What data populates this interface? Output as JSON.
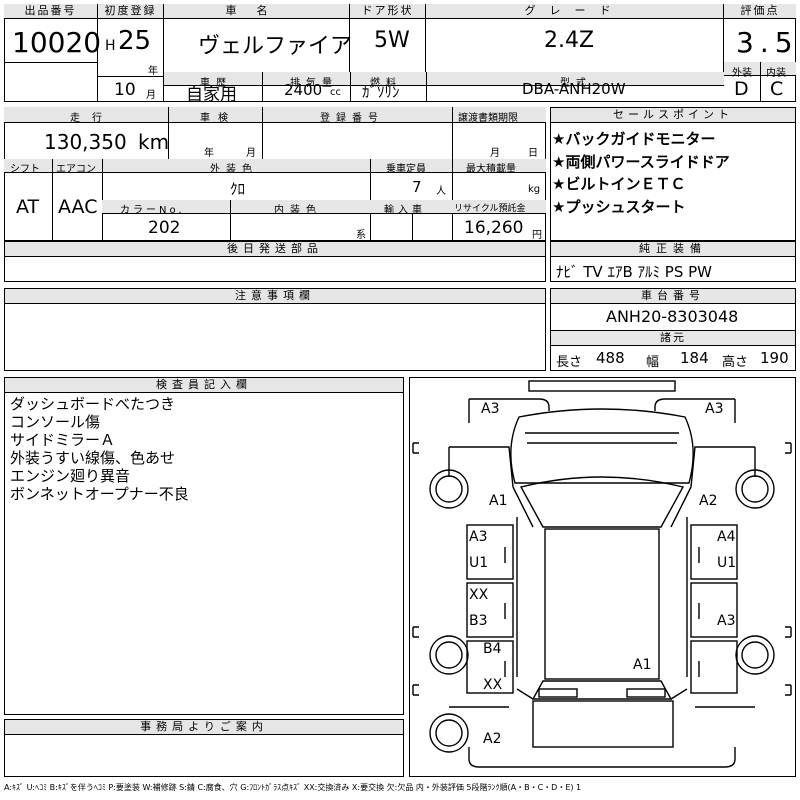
{
  "header": {
    "lot_no_label": "出品番号",
    "lot_no": "10020",
    "first_reg_label": "初度登録",
    "era": "H",
    "year": "25",
    "year_unit": "年",
    "month": "10",
    "month_unit": "月",
    "car_name_label": "車名",
    "car_name": "ヴェルファイア",
    "door_label": "ドア形状",
    "door": "5W",
    "grade_label": "グレード",
    "grade": "2.4Z",
    "score_label": "評価点",
    "score": "3.5",
    "history_label": "車歴",
    "history": "自家用",
    "displacement_label": "排気量",
    "displacement": "2400",
    "displacement_unit": "cc",
    "fuel_label": "燃料",
    "fuel": "ｶﾞｿﾘﾝ",
    "model_label": "型式",
    "model": "DBA-ANH20W",
    "ext_label": "外装",
    "ext": "D",
    "int_label": "内装",
    "int": "C"
  },
  "row2": {
    "mileage_label": "走行",
    "mileage": "130,350",
    "mileage_unit": "km",
    "inspection_label": "車検",
    "insp_year_unit": "年",
    "insp_month_unit": "月",
    "reg_no_label": "登録番号",
    "transfer_label": "譲渡書類期限",
    "transfer_month_unit": "月",
    "transfer_day_unit": "日",
    "shift_label": "シフト",
    "shift": "AT",
    "ac_label": "エアコン",
    "ac": "AAC",
    "color_label": "外装色",
    "color": "ｸﾛ",
    "capacity_label": "乗車定員",
    "capacity": "7",
    "capacity_unit": "人",
    "load_label": "最大積載量",
    "load_unit": "kg",
    "color_no_label": "カラーNo.",
    "color_no": "202",
    "int_color_label": "内装色",
    "int_color_unit": "系",
    "import_label": "輸入車",
    "recycle_label": "リサイクル預託金",
    "recycle": "16,260",
    "recycle_unit": "円"
  },
  "sales_points": {
    "label": "セールスポイント",
    "items": [
      "★バックガイドモニター",
      "★両側パワースライドドア",
      "★ビルトインＥＴＣ",
      "★プッシュスタート"
    ]
  },
  "later_parts_label": "後日発送部品",
  "genuine": {
    "label": "純正装備",
    "value": "ﾅﾋﾞ TV ｴｱB ｱﾙﾐ PS PW"
  },
  "notes_label": "注意事項欄",
  "chassis": {
    "label": "車台番号",
    "value": "ANH20-8303048"
  },
  "dims": {
    "label": "諸元",
    "len_label": "長さ",
    "len": "488",
    "wid_label": "幅",
    "wid": "184",
    "hgt_label": "高さ",
    "hgt": "190"
  },
  "inspector": {
    "label": "検査員記入欄",
    "lines": [
      "ダッシュボードべたつき",
      "コンソール傷",
      "サイドミラーＡ",
      "外装うすい線傷、色あせ",
      "エンジン廻り異音",
      "ボンネットオープナー不良"
    ]
  },
  "office_label": "事務局よりご案内",
  "diagram_marks": {
    "front_left": "A3",
    "front_right": "A3",
    "left_front_fender": "A1",
    "right_front_fender": "A2",
    "left_front_door_1": "A3",
    "left_front_door_2": "U1",
    "right_front_door_1": "A4",
    "right_front_door_2": "U1",
    "left_rear_door_1": "XX",
    "left_rear_door_2": "B3",
    "right_rear_door": "A3",
    "left_rear_1": "B4",
    "left_rear_2": "XX",
    "roof_rear": "A1",
    "rear": "A2"
  },
  "legend": "A:ｷｽﾞ U:ﾍｺﾐ B:ｷｽﾞを伴うﾍｺﾐ P:要塗装 W:補修跡 S:錆 C:腐食、穴 G:ﾌﾛﾝﾄｶﾞﾗｽ点ｷｽﾞ XX:交換済み X:要交換 欠:欠品 内・外装評価 5段階ﾗﾝｸ順(A・B・C・D・E) 1"
}
